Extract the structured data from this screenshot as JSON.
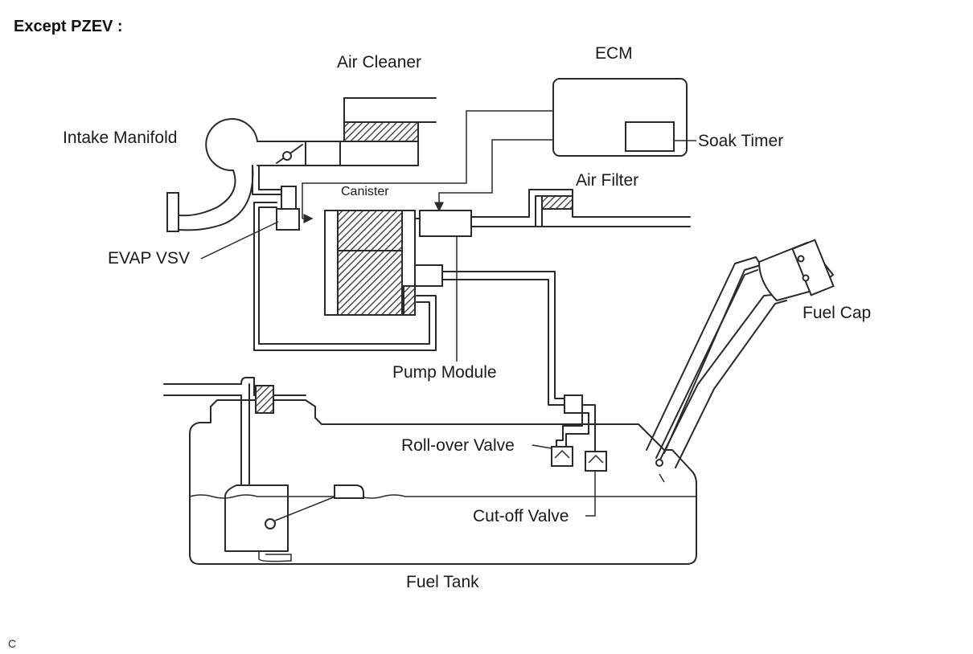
{
  "title": "Except PZEV :",
  "labels": {
    "air_cleaner": "Air Cleaner",
    "ecm": "ECM",
    "soak_timer": "Soak Timer",
    "intake_manifold": "Intake Manifold",
    "canister": "Canister",
    "air_filter": "Air Filter",
    "evap_vsv": "EVAP VSV",
    "fuel_cap": "Fuel Cap",
    "pump_module": "Pump Module",
    "rollover_valve": "Roll-over Valve",
    "cutoff_valve": "Cut-off Valve",
    "fuel_tank": "Fuel Tank"
  },
  "footer": "C"
}
